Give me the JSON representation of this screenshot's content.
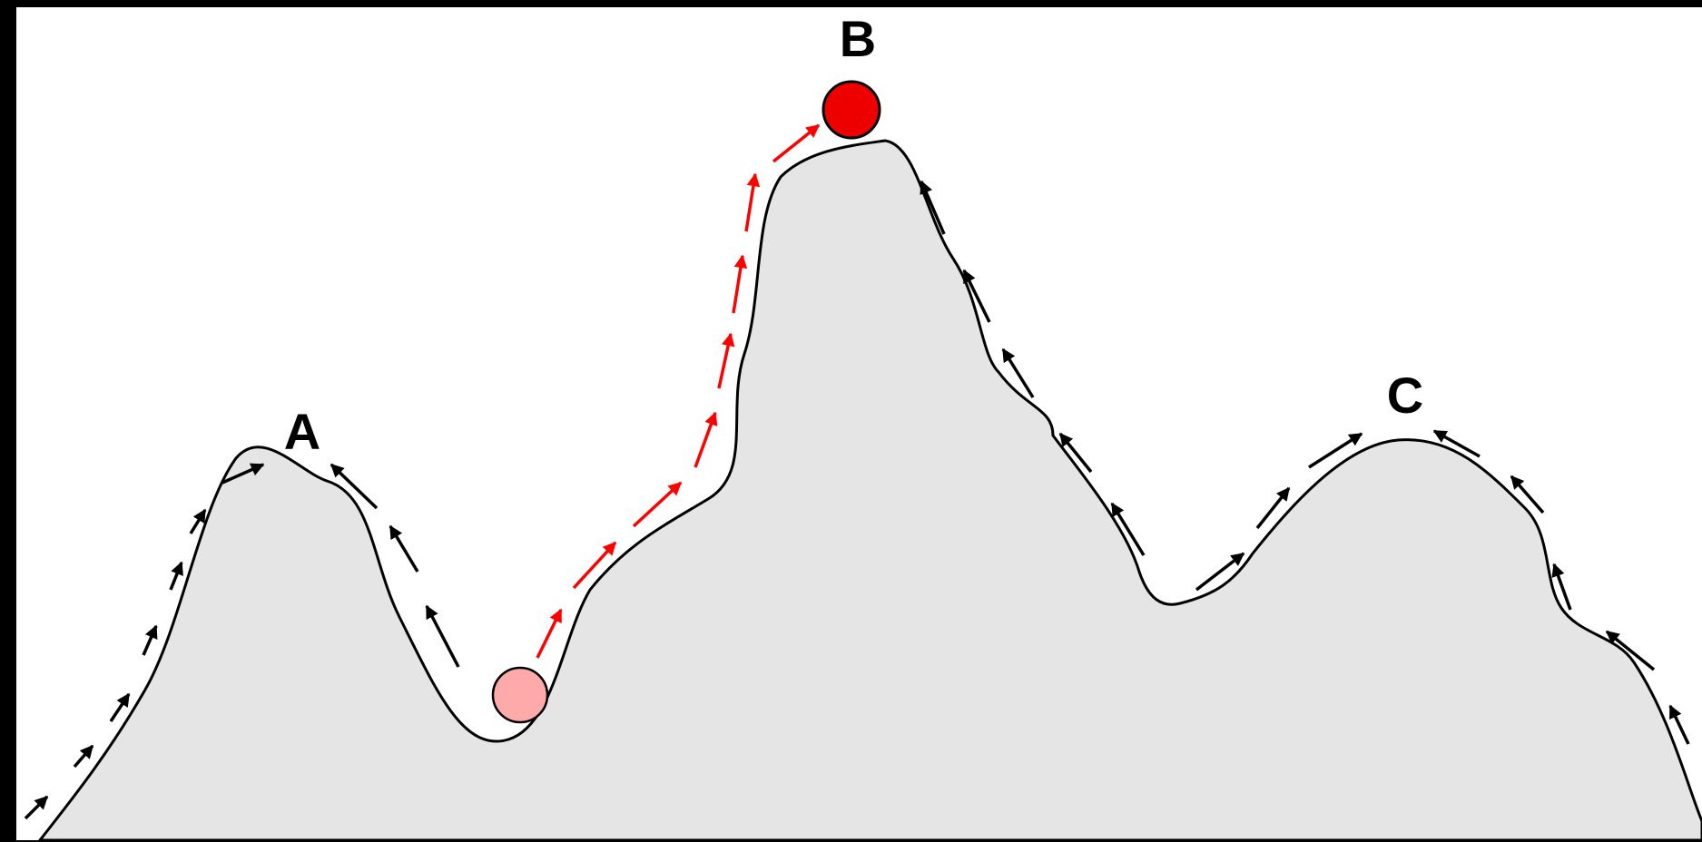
{
  "labels": {
    "peak_a": "A",
    "peak_b": "B",
    "peak_c": "C"
  },
  "colors": {
    "background": "#000000",
    "panel": "#ffffff",
    "terrain_fill": "#e5e5e5",
    "terrain_stroke": "#000000",
    "arrow_default": "#000000",
    "arrow_path": "#ff0000",
    "ball_start": "#ffaaaa",
    "ball_end": "#ee0000"
  }
}
